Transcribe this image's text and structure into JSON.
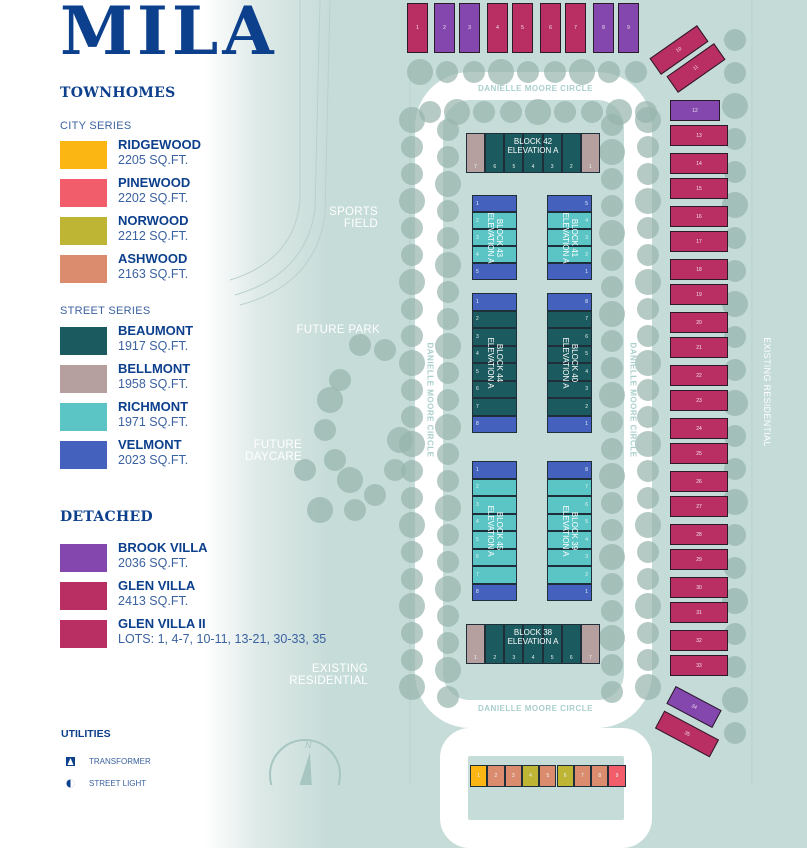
{
  "brand": {
    "logo_text": "MILA"
  },
  "legend": {
    "townhomes": {
      "title": "TOWNHOMES",
      "city_series": {
        "title": "CITY SERIES",
        "items": [
          {
            "name": "RIDGEWOOD",
            "size": "2205 SQ.FT.",
            "color": "#fbb614"
          },
          {
            "name": "PINEWOOD",
            "size": "2202 SQ.FT.",
            "color": "#f25d6b"
          },
          {
            "name": "NORWOOD",
            "size": "2212 SQ.FT.",
            "color": "#bdb533"
          },
          {
            "name": "ASHWOOD",
            "size": "2163 SQ.FT.",
            "color": "#dc8c6e"
          }
        ]
      },
      "street_series": {
        "title": "STREET SERIES",
        "items": [
          {
            "name": "BEAUMONT",
            "size": "1917 SQ.FT.",
            "color": "#1b5a5e"
          },
          {
            "name": "BELLMONT",
            "size": "1958 SQ.FT.",
            "color": "#b6a09f"
          },
          {
            "name": "RICHMONT",
            "size": "1971 SQ.FT.",
            "color": "#5bc4c4"
          },
          {
            "name": "VELMONT",
            "size": "2023 SQ.FT.",
            "color": "#4361bd"
          }
        ]
      }
    },
    "detached": {
      "title": "DETACHED",
      "items": [
        {
          "name": "BROOK VILLA",
          "size": "2036 SQ.FT.",
          "color": "#8447ad"
        },
        {
          "name": "GLEN VILLA",
          "size": "2413 SQ.FT.",
          "color": "#b92f64"
        },
        {
          "name": "GLEN VILLA II",
          "size": "LOTS: 1, 4-7, 10-11, 13-21, 30-33, 35",
          "color": "#b92f64"
        }
      ]
    },
    "utilities": {
      "title": "UTILITIES",
      "items": [
        {
          "name": "TRANSFORMER",
          "icon": "transformer-icon"
        },
        {
          "name": "STREET LIGHT",
          "icon": "street-light-icon"
        }
      ]
    }
  },
  "map": {
    "labels": {
      "sports_field": "SPORTS\nFIELD",
      "future_park": "FUTURE PARK",
      "future_daycare": "FUTURE\nDAYCARE",
      "existing_residential_left": "EXISTING\nRESIDENTIAL",
      "existing_residential_right": "EXISTING RESIDENTIAL",
      "road_top": "DANIELLE MOORE CIRCLE",
      "road_bottom": "DANIELLE MOORE CIRCLE",
      "road_left": "DANIELLE MOORE CIRCLE",
      "road_right": "DANIELLE MOORE CIRCLE",
      "compass_north": "N"
    },
    "detached_lots": [
      {
        "n": "1",
        "model": "GLEN VILLA"
      },
      {
        "n": "2",
        "model": "BROOK VILLA"
      },
      {
        "n": "3",
        "model": "BROOK VILLA"
      },
      {
        "n": "4",
        "model": "GLEN VILLA"
      },
      {
        "n": "5",
        "model": "GLEN VILLA"
      },
      {
        "n": "6",
        "model": "GLEN VILLA"
      },
      {
        "n": "7",
        "model": "GLEN VILLA"
      },
      {
        "n": "8",
        "model": "BROOK VILLA"
      },
      {
        "n": "9",
        "model": "BROOK VILLA"
      },
      {
        "n": "10",
        "model": "GLEN VILLA"
      },
      {
        "n": "11",
        "model": "GLEN VILLA"
      },
      {
        "n": "12",
        "model": "BROOK VILLA"
      },
      {
        "n": "13",
        "model": "GLEN VILLA"
      },
      {
        "n": "14",
        "model": "GLEN VILLA"
      },
      {
        "n": "15",
        "model": "GLEN VILLA"
      },
      {
        "n": "16",
        "model": "GLEN VILLA"
      },
      {
        "n": "17",
        "model": "GLEN VILLA"
      },
      {
        "n": "18",
        "model": "GLEN VILLA"
      },
      {
        "n": "19",
        "model": "GLEN VILLA"
      },
      {
        "n": "20",
        "model": "GLEN VILLA"
      },
      {
        "n": "21",
        "model": "GLEN VILLA"
      },
      {
        "n": "22",
        "model": "GLEN VILLA"
      },
      {
        "n": "23",
        "model": "GLEN VILLA"
      },
      {
        "n": "24",
        "model": "GLEN VILLA"
      },
      {
        "n": "25",
        "model": "GLEN VILLA"
      },
      {
        "n": "26",
        "model": "GLEN VILLA"
      },
      {
        "n": "27",
        "model": "GLEN VILLA"
      },
      {
        "n": "28",
        "model": "GLEN VILLA"
      },
      {
        "n": "29",
        "model": "GLEN VILLA"
      },
      {
        "n": "30",
        "model": "GLEN VILLA"
      },
      {
        "n": "31",
        "model": "GLEN VILLA"
      },
      {
        "n": "32",
        "model": "GLEN VILLA"
      },
      {
        "n": "33",
        "model": "GLEN VILLA"
      },
      {
        "n": "34",
        "model": "BROOK VILLA"
      },
      {
        "n": "35",
        "model": "GLEN VILLA"
      }
    ],
    "blocks": [
      {
        "id": "42",
        "label": "BLOCK 42\nELEVATION A",
        "orientation": "horizontal",
        "units": [
          {
            "n": "7",
            "model": "BELLMONT"
          },
          {
            "n": "6",
            "model": "BEAUMONT"
          },
          {
            "n": "5",
            "model": "BEAUMONT"
          },
          {
            "n": "4",
            "model": "BEAUMONT"
          },
          {
            "n": "3",
            "model": "BEAUMONT"
          },
          {
            "n": "2",
            "model": "BEAUMONT"
          },
          {
            "n": "1",
            "model": "BELLMONT"
          }
        ]
      },
      {
        "id": "43",
        "label": "BLOCK 43\nELEVATION A",
        "orientation": "vertical",
        "units": [
          {
            "n": "1",
            "model": "VELMONT"
          },
          {
            "n": "2",
            "model": "RICHMONT"
          },
          {
            "n": "3",
            "model": "RICHMONT"
          },
          {
            "n": "4",
            "model": "RICHMONT"
          },
          {
            "n": "5",
            "model": "VELMONT"
          }
        ]
      },
      {
        "id": "41",
        "label": "BLOCK 41\nELEVATION A",
        "orientation": "vertical",
        "units": [
          {
            "n": "5",
            "model": "VELMONT"
          },
          {
            "n": "4",
            "model": "RICHMONT"
          },
          {
            "n": "3",
            "model": "RICHMONT"
          },
          {
            "n": "2",
            "model": "RICHMONT"
          },
          {
            "n": "1",
            "model": "VELMONT"
          }
        ]
      },
      {
        "id": "44",
        "label": "BLOCK 44\nELEVATION A",
        "orientation": "vertical",
        "units": [
          {
            "n": "1",
            "model": "VELMONT"
          },
          {
            "n": "2",
            "model": "BEAUMONT"
          },
          {
            "n": "3",
            "model": "BEAUMONT"
          },
          {
            "n": "4",
            "model": "BEAUMONT"
          },
          {
            "n": "5",
            "model": "BEAUMONT"
          },
          {
            "n": "6",
            "model": "BEAUMONT"
          },
          {
            "n": "7",
            "model": "BEAUMONT"
          },
          {
            "n": "8",
            "model": "VELMONT"
          }
        ]
      },
      {
        "id": "40",
        "label": "BLOCK 40\nELEVATION A",
        "orientation": "vertical",
        "units": [
          {
            "n": "8",
            "model": "VELMONT"
          },
          {
            "n": "7",
            "model": "BEAUMONT"
          },
          {
            "n": "6",
            "model": "BEAUMONT"
          },
          {
            "n": "5",
            "model": "BEAUMONT"
          },
          {
            "n": "4",
            "model": "BEAUMONT"
          },
          {
            "n": "3",
            "model": "BEAUMONT"
          },
          {
            "n": "2",
            "model": "BEAUMONT"
          },
          {
            "n": "1",
            "model": "VELMONT"
          }
        ]
      },
      {
        "id": "45",
        "label": "BLOCK 45\nELEVATION A",
        "orientation": "vertical",
        "units": [
          {
            "n": "1",
            "model": "VELMONT"
          },
          {
            "n": "2",
            "model": "RICHMONT"
          },
          {
            "n": "3",
            "model": "RICHMONT"
          },
          {
            "n": "4",
            "model": "RICHMONT"
          },
          {
            "n": "5",
            "model": "RICHMONT"
          },
          {
            "n": "6",
            "model": "RICHMONT"
          },
          {
            "n": "7",
            "model": "RICHMONT"
          },
          {
            "n": "8",
            "model": "VELMONT"
          }
        ]
      },
      {
        "id": "39",
        "label": "BLOCK 39\nELEVATION A",
        "orientation": "vertical",
        "units": [
          {
            "n": "8",
            "model": "VELMONT"
          },
          {
            "n": "7",
            "model": "RICHMONT"
          },
          {
            "n": "6",
            "model": "RICHMONT"
          },
          {
            "n": "5",
            "model": "RICHMONT"
          },
          {
            "n": "4",
            "model": "RICHMONT"
          },
          {
            "n": "3",
            "model": "RICHMONT"
          },
          {
            "n": "2",
            "model": "RICHMONT"
          },
          {
            "n": "1",
            "model": "VELMONT"
          }
        ]
      },
      {
        "id": "38",
        "label": "BLOCK 38\nELEVATION A",
        "orientation": "horizontal",
        "units": [
          {
            "n": "1",
            "model": "BELLMONT"
          },
          {
            "n": "2",
            "model": "BEAUMONT"
          },
          {
            "n": "3",
            "model": "BEAUMONT"
          },
          {
            "n": "4",
            "model": "BEAUMONT"
          },
          {
            "n": "5",
            "model": "BEAUMONT"
          },
          {
            "n": "6",
            "model": "BEAUMONT"
          },
          {
            "n": "7",
            "model": "BELLMONT"
          }
        ]
      }
    ],
    "city_townhome_lots": [
      {
        "n": "1",
        "model": "RIDGEWOOD"
      },
      {
        "n": "2",
        "model": "ASHWOOD"
      },
      {
        "n": "3",
        "model": "ASHWOOD"
      },
      {
        "n": "4",
        "model": "NORWOOD"
      },
      {
        "n": "5",
        "model": "ASHWOOD"
      },
      {
        "n": "6",
        "model": "NORWOOD"
      },
      {
        "n": "7",
        "model": "ASHWOOD"
      },
      {
        "n": "8",
        "model": "ASHWOOD"
      },
      {
        "n": "9",
        "model": "PINEWOOD"
      }
    ]
  }
}
